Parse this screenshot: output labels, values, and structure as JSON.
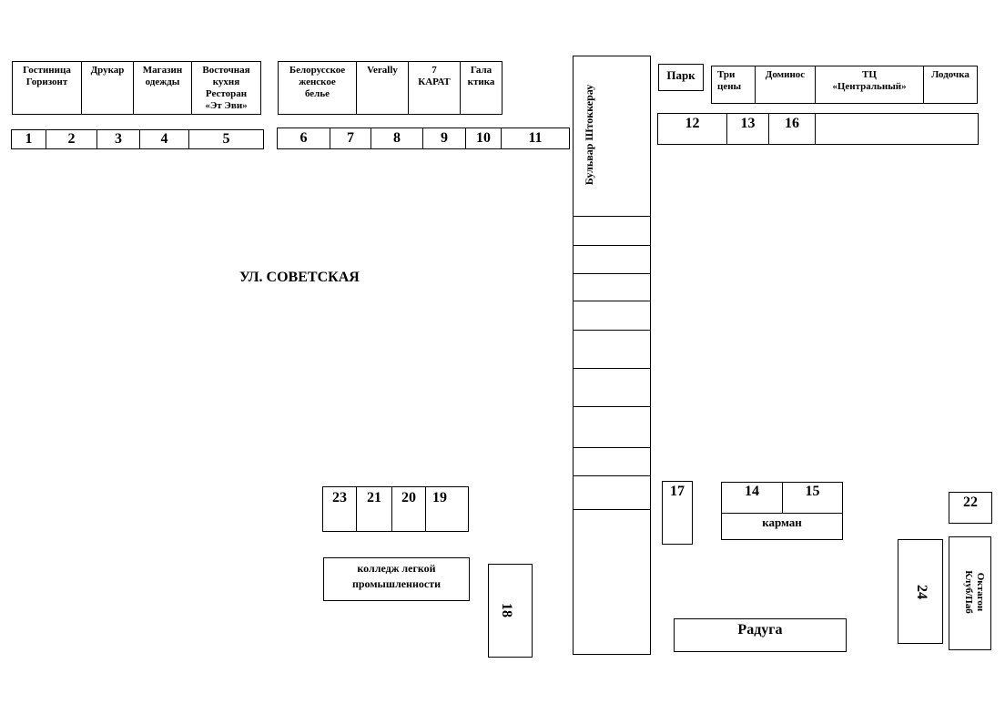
{
  "street": "УЛ. СОВЕТСКАЯ",
  "boulevard": "Бульвар Штоккерау",
  "top_left_shops": [
    "Гостиница\nГоризонт",
    "Друкар",
    "Магазин\nодежды",
    "Восточная\nкухня\nРесторан\n«Эт Эви»"
  ],
  "top_left_numbers": [
    "1",
    "2",
    "3",
    "4",
    "5"
  ],
  "top_mid_shops": [
    "Белорусское\nженское\nбелье",
    "Verally",
    "7\nКАРАТ",
    "Гала\nктика"
  ],
  "top_mid_numbers": [
    "6",
    "7",
    "8",
    "9",
    "10",
    "11"
  ],
  "park": "Парк",
  "top_right_shops": [
    "Три\nцены",
    "Доминос",
    "ТЦ\n«Центральный»",
    "Лодочка"
  ],
  "top_right_numbers": [
    "12",
    "13",
    "16"
  ],
  "bottom_left_numbers": [
    "23",
    "21",
    "20",
    "19"
  ],
  "college": "колледж легкой\nпромышленности",
  "num18": "18",
  "num17": "17",
  "num14": "14",
  "num15": "15",
  "karman": "карман",
  "raduga": "Радуга",
  "num22": "22",
  "num24": "24",
  "oktagon": "Октагон\nКлуб/Паб"
}
